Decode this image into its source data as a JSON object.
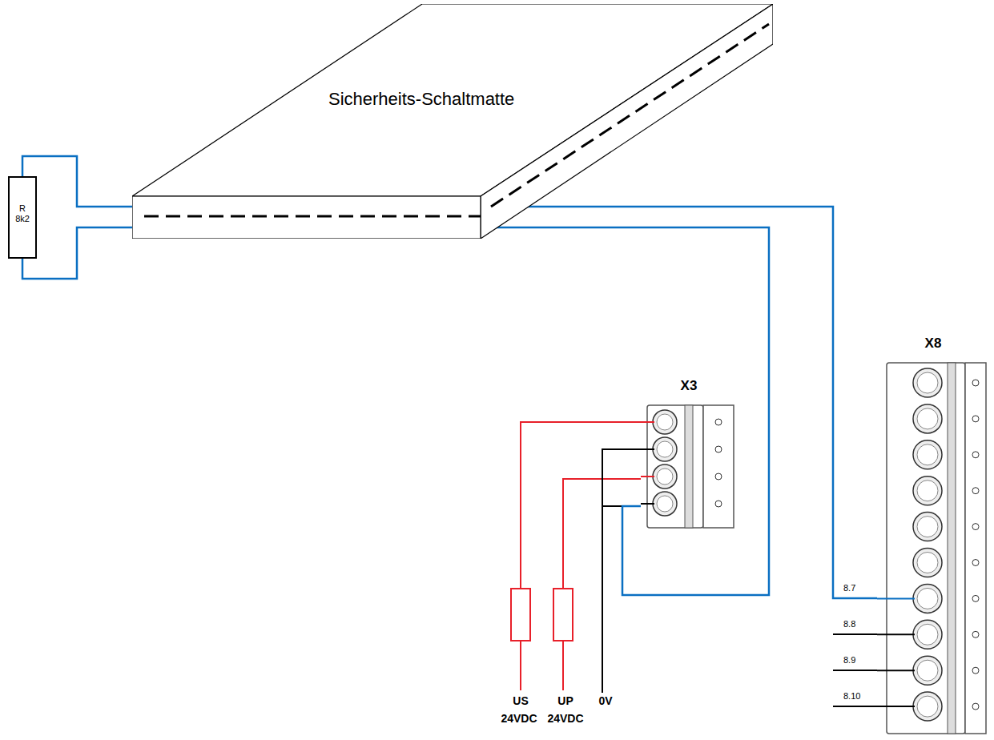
{
  "diagram": {
    "nodes": [
      {
        "text": [
          "Sicherheits-Schaltmatte"
        ]
      },
      {
        "text": [
          "R 8k2"
        ]
      },
      {
        "text": [
          "X3"
        ]
      },
      {
        "text": [
          "X8"
        ]
      }
    ],
    "edges": [
      {
        "from": 1,
        "to": 0,
        "arrow": "none"
      },
      {
        "from": 1,
        "to": 0,
        "arrow": "none"
      },
      {
        "from": 0,
        "to": 3,
        "arrow": "none"
      },
      {
        "from": 0,
        "to": 2,
        "arrow": "none"
      }
    ],
    "labels": [
      "8.7",
      "8.8",
      "8.9",
      "8.10",
      "US",
      "24VDC",
      "UP",
      "24VDC",
      "0V"
    ]
  }
}
